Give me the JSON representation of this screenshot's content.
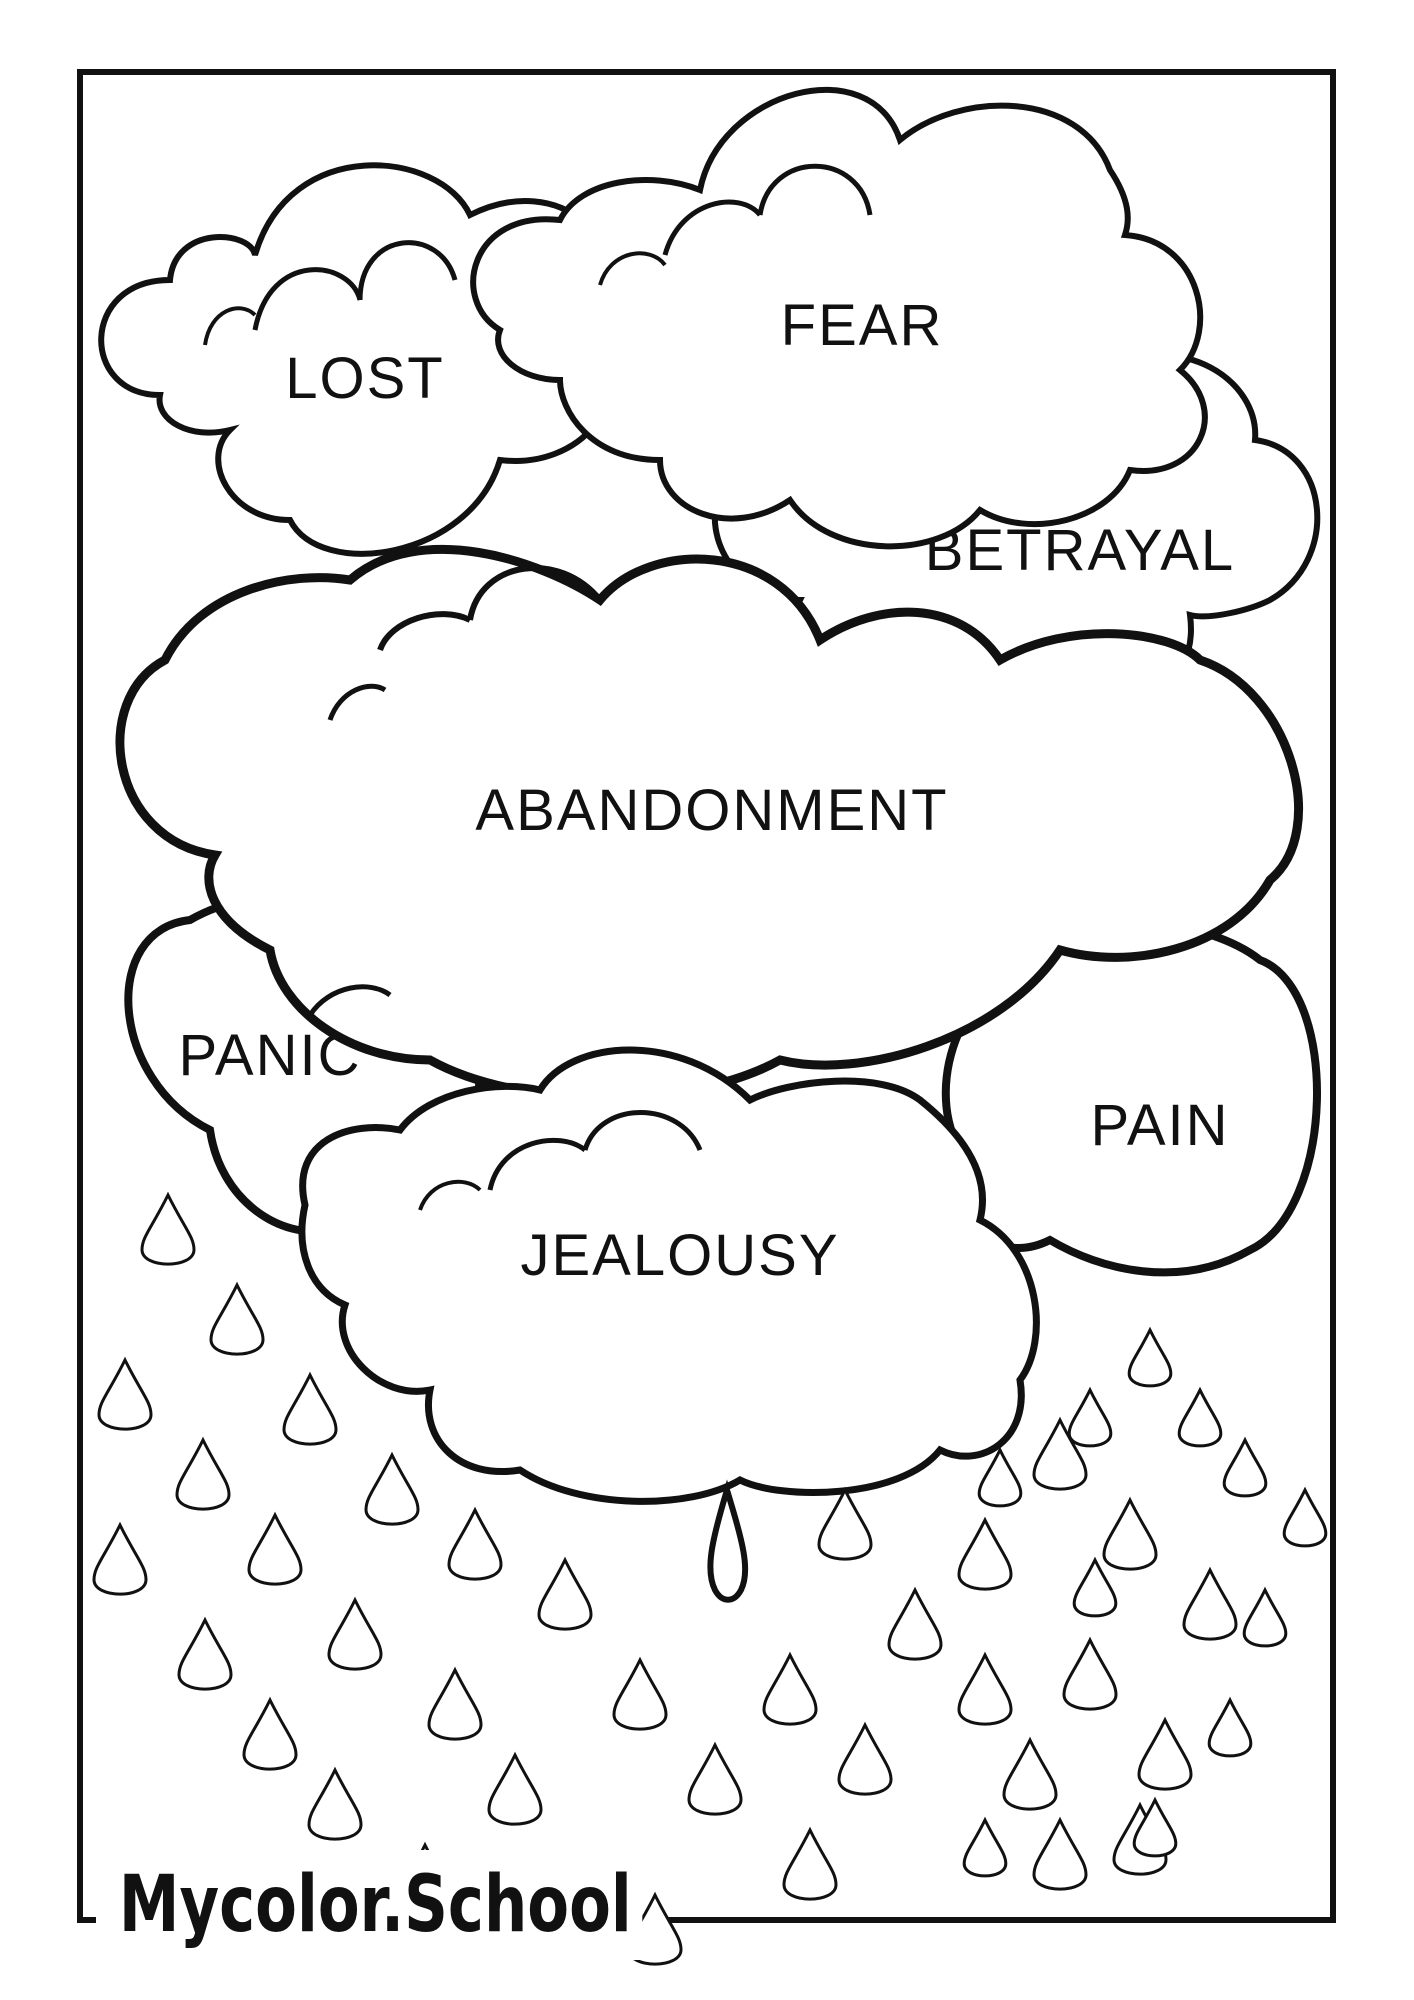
{
  "page": {
    "border_color": "#111111",
    "background": "#ffffff"
  },
  "clouds": {
    "lost": "LOST",
    "fear": "FEAR",
    "betrayal": "BETRAYAL",
    "abandonment": "ABANDONMENT",
    "panic": "PANIC",
    "pain": "PAIN",
    "jealousy": "JEALOUSY"
  },
  "footer": {
    "brand": "Mycolor.School"
  },
  "icons": [
    "cloud-icon",
    "raindrop-icon"
  ]
}
